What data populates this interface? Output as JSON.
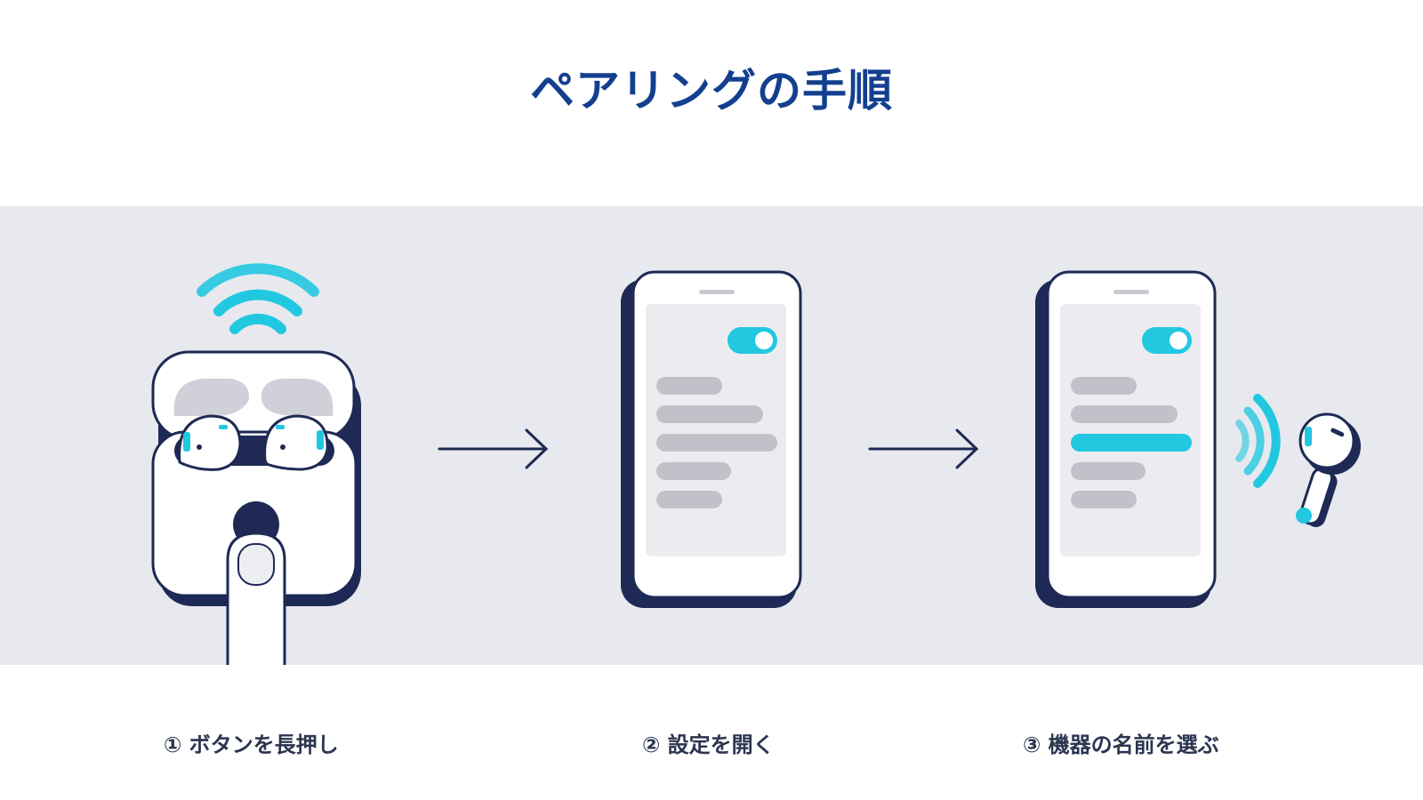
{
  "title": "ペアリングの手順",
  "steps": [
    {
      "label": "① ボタンを長押し"
    },
    {
      "label": "② 設定を開く"
    },
    {
      "label": "③ 機器の名前を選ぶ"
    }
  ],
  "colors": {
    "title": "#143f8f",
    "navy": "#1e2a55",
    "accent": "#22c8e0",
    "band": "#e8e8ef",
    "placeholder": "#c1c1ca"
  },
  "icons": [
    "wireless-signal-icon",
    "earbuds-case-icon",
    "finger-press-icon",
    "arrow-right-icon",
    "smartphone-icon",
    "toggle-switch-icon",
    "single-earbud-icon"
  ]
}
